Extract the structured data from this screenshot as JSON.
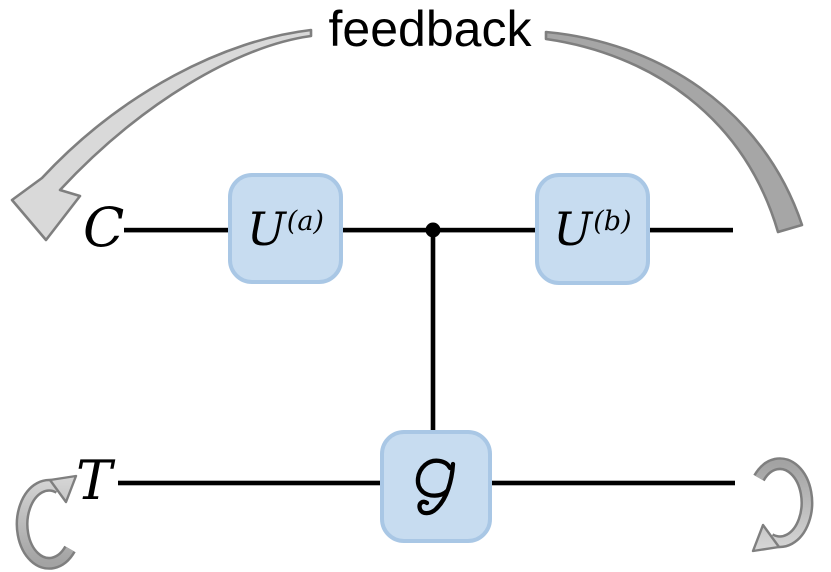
{
  "labels": {
    "feedback": "feedback",
    "control_wire": "C",
    "target_wire": "T"
  },
  "gates": {
    "ua": {
      "base": "U",
      "superscript": "(a)"
    },
    "ub": {
      "base": "U",
      "superscript": "(b)"
    },
    "g": {
      "label": "𝒢"
    }
  },
  "colors": {
    "wire": "#000000",
    "gateFill": "#c7dcf0",
    "gateBorder": "#a9c7e5",
    "feedbackArrowLeft": "#d9d9d9",
    "feedbackArrowRight": "#a6a6a6",
    "arrowOutline": "#7f7f7f",
    "loopArrowLight": "#dcdcdc",
    "loopArrowDark": "#a3a3a3"
  }
}
